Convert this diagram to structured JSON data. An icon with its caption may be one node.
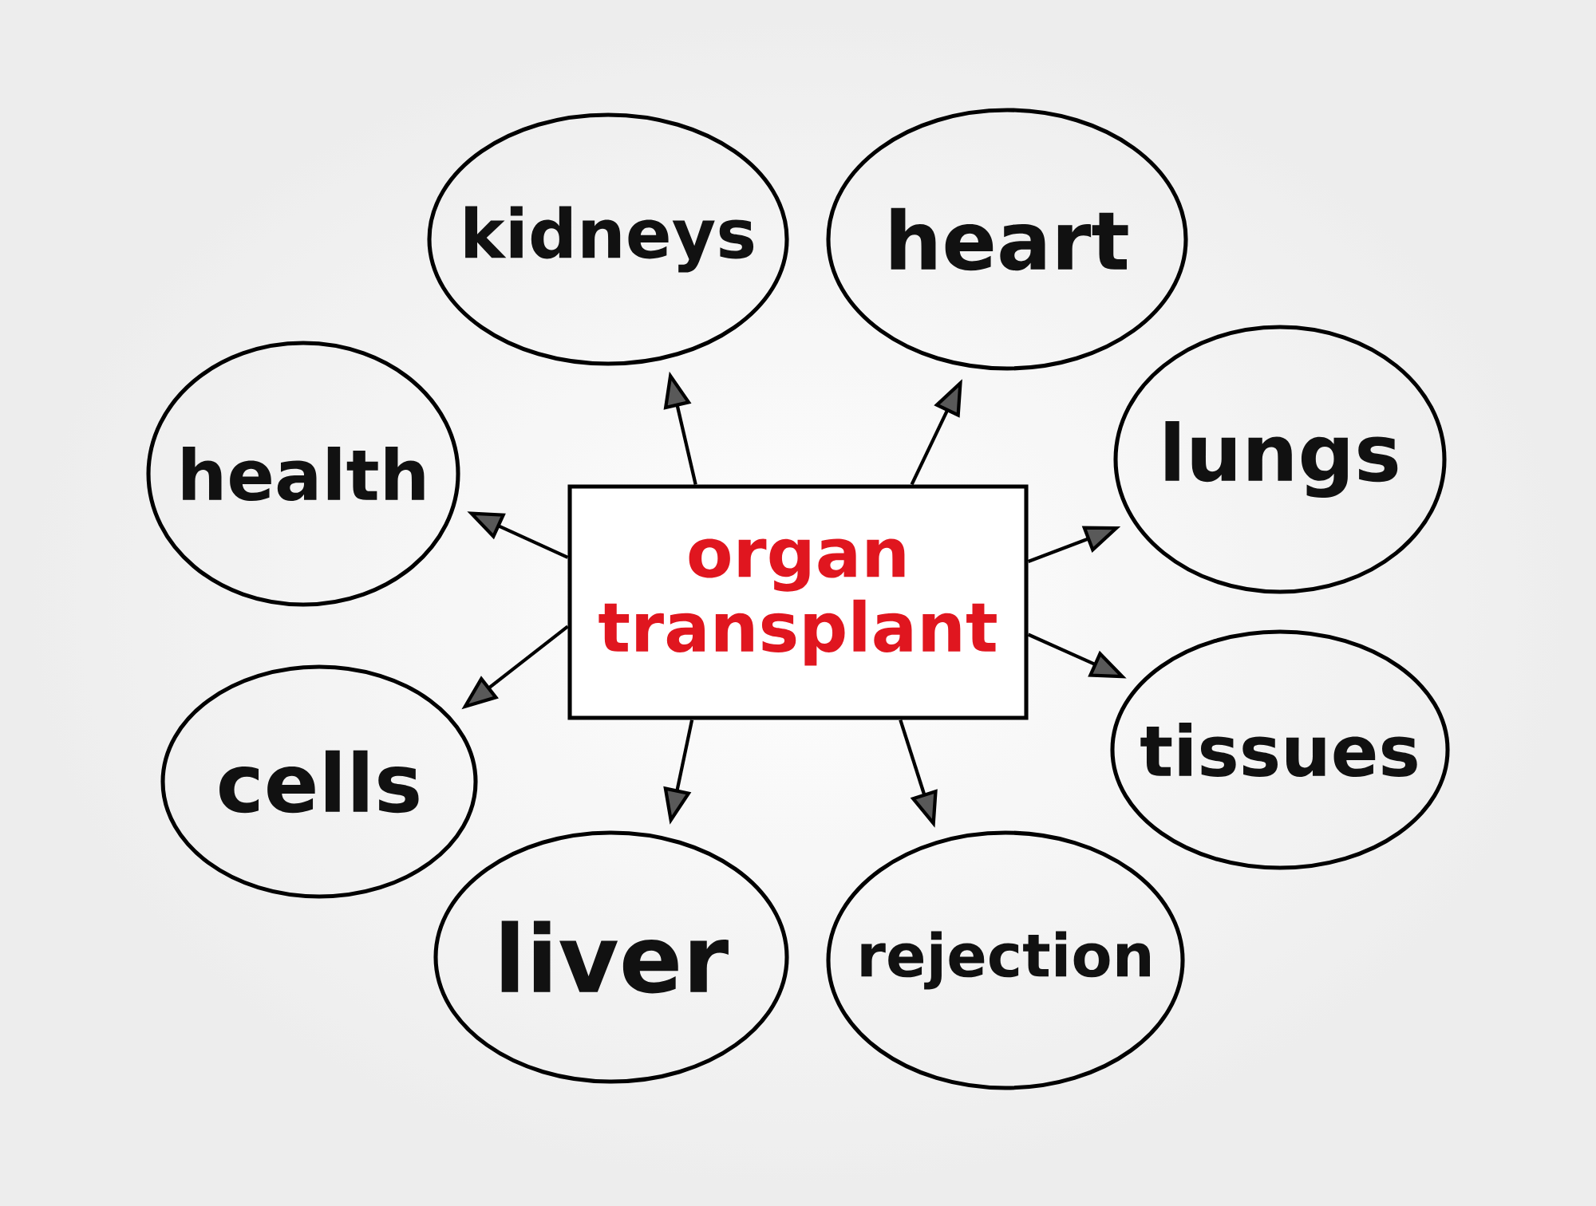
{
  "diagram": {
    "nodes": [
      {
        "text": [
          "organ transplant"
        ]
      },
      {
        "text": [
          "kidneys"
        ]
      },
      {
        "text": [
          "heart"
        ]
      },
      {
        "text": [
          "health"
        ]
      },
      {
        "text": [
          "lungs"
        ]
      },
      {
        "text": [
          "cells"
        ]
      },
      {
        "text": [
          "tissues"
        ]
      },
      {
        "text": [
          "liver"
        ]
      },
      {
        "text": [
          "rejection"
        ]
      }
    ],
    "edges": [
      {
        "from": 0,
        "to": 1,
        "arrow": "to"
      },
      {
        "from": 0,
        "to": 2,
        "arrow": "to"
      },
      {
        "from": 0,
        "to": 3,
        "arrow": "to"
      },
      {
        "from": 0,
        "to": 4,
        "arrow": "to"
      },
      {
        "from": 0,
        "to": 5,
        "arrow": "to"
      },
      {
        "from": 0,
        "to": 6,
        "arrow": "to"
      },
      {
        "from": 0,
        "to": 7,
        "arrow": "to"
      },
      {
        "from": 0,
        "to": 8,
        "arrow": "to"
      }
    ]
  }
}
